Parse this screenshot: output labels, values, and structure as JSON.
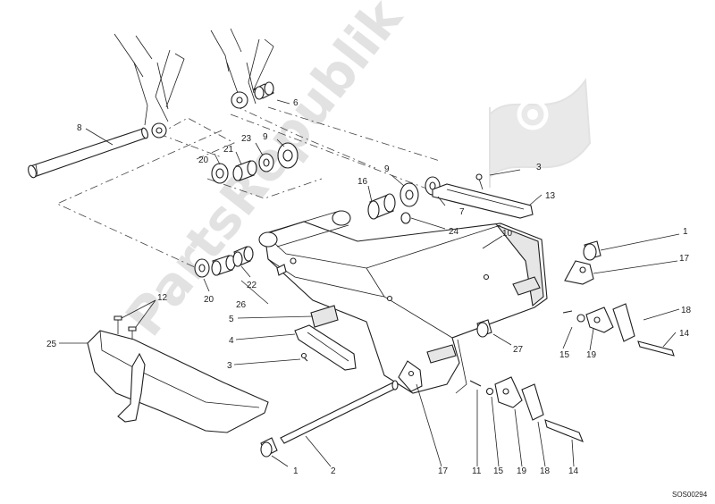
{
  "watermark": "PartsRepublik",
  "diagram_code": "SOS00294",
  "callouts": {
    "c1a": "1",
    "c1b": "1",
    "c2": "2",
    "c3a": "3",
    "c3b": "3",
    "c4": "4",
    "c5": "5",
    "c6": "6",
    "c7": "7",
    "c8": "8",
    "c9a": "9",
    "c9b": "9",
    "c10": "10",
    "c11": "11",
    "c12": "12",
    "c13": "13",
    "c14a": "14",
    "c14b": "14",
    "c15a": "15",
    "c15b": "15",
    "c16": "16",
    "c17a": "17",
    "c17b": "17",
    "c18a": "18",
    "c18b": "18",
    "c19a": "19",
    "c19b": "19",
    "c20a": "20",
    "c20b": "20",
    "c21": "21",
    "c22": "22",
    "c23": "23",
    "c24": "24",
    "c25": "25",
    "c26": "26",
    "c27": "27"
  }
}
